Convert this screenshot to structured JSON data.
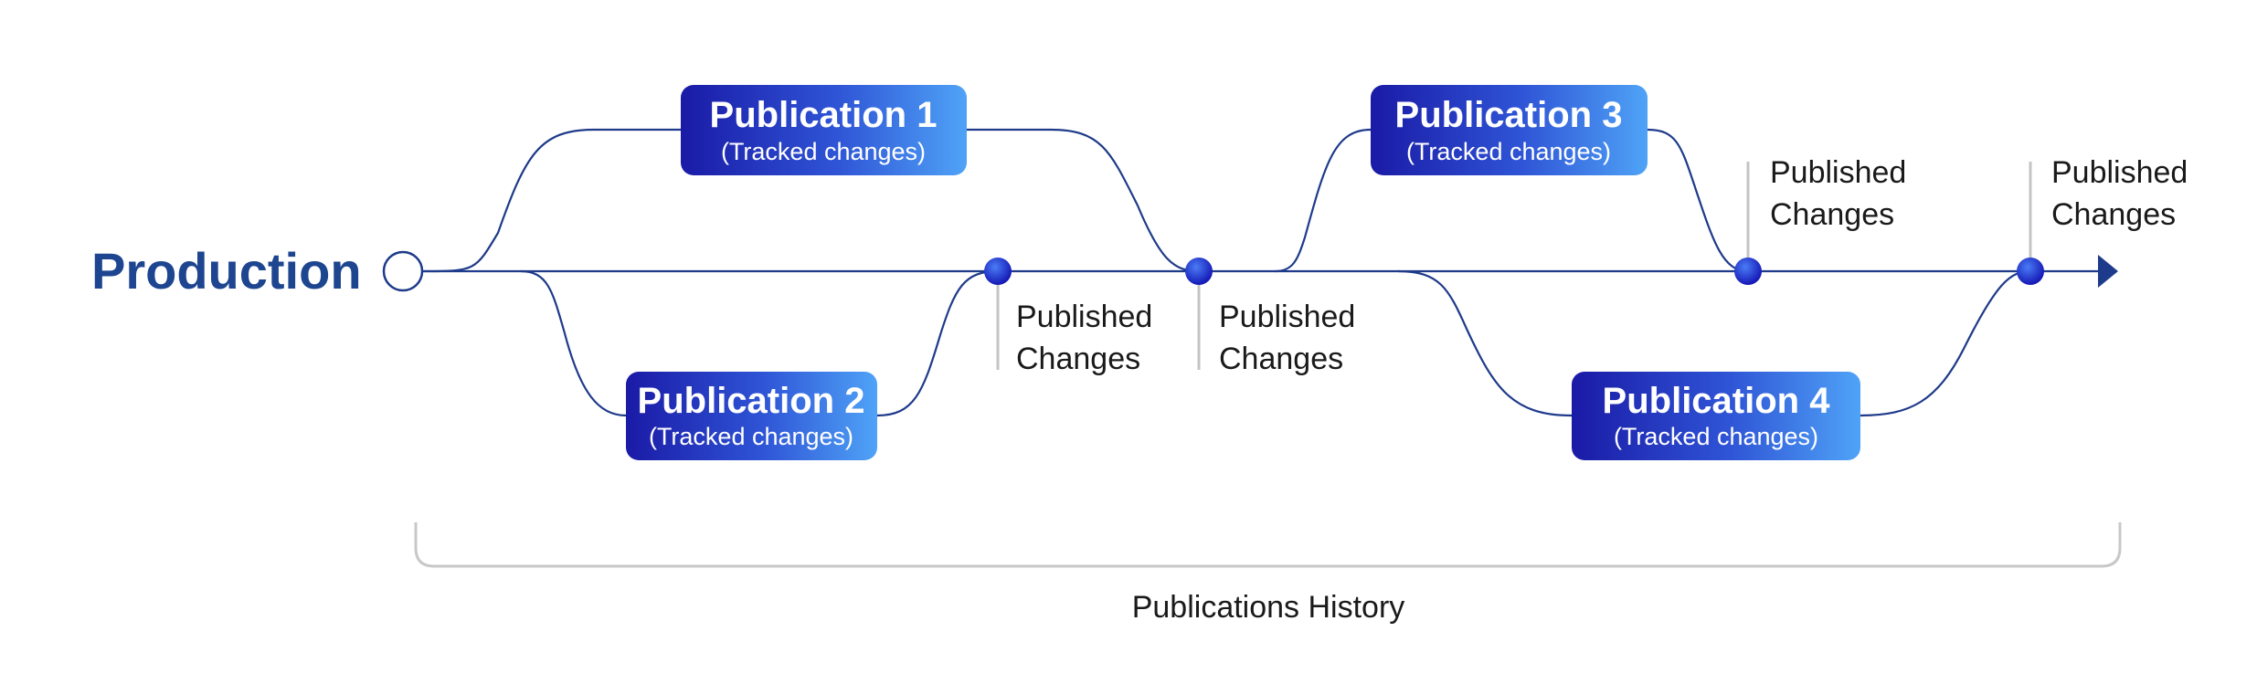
{
  "colors": {
    "line": "#1e3a8a",
    "production_text": "#1e4590",
    "box_gradient_start": "#1a1aa6",
    "box_gradient_end": "#4fa3f7",
    "dot_start": "#1010b0",
    "dot_end": "#4a7cf5",
    "tick": "#c4c4c4",
    "bracket": "#c8c8c8"
  },
  "production": {
    "label": "Production"
  },
  "publications": [
    {
      "title": "Publication 1",
      "subtitle": "(Tracked changes)"
    },
    {
      "title": "Publication 2",
      "subtitle": "(Tracked changes)"
    },
    {
      "title": "Publication 3",
      "subtitle": "(Tracked changes)"
    },
    {
      "title": "Publication 4",
      "subtitle": "(Tracked changes)"
    }
  ],
  "published_changes": [
    {
      "line1": "Published",
      "line2": "Changes"
    },
    {
      "line1": "Published",
      "line2": "Changes"
    },
    {
      "line1": "Published",
      "line2": "Changes"
    },
    {
      "line1": "Published",
      "line2": "Changes"
    }
  ],
  "history": {
    "label": "Publications History"
  }
}
